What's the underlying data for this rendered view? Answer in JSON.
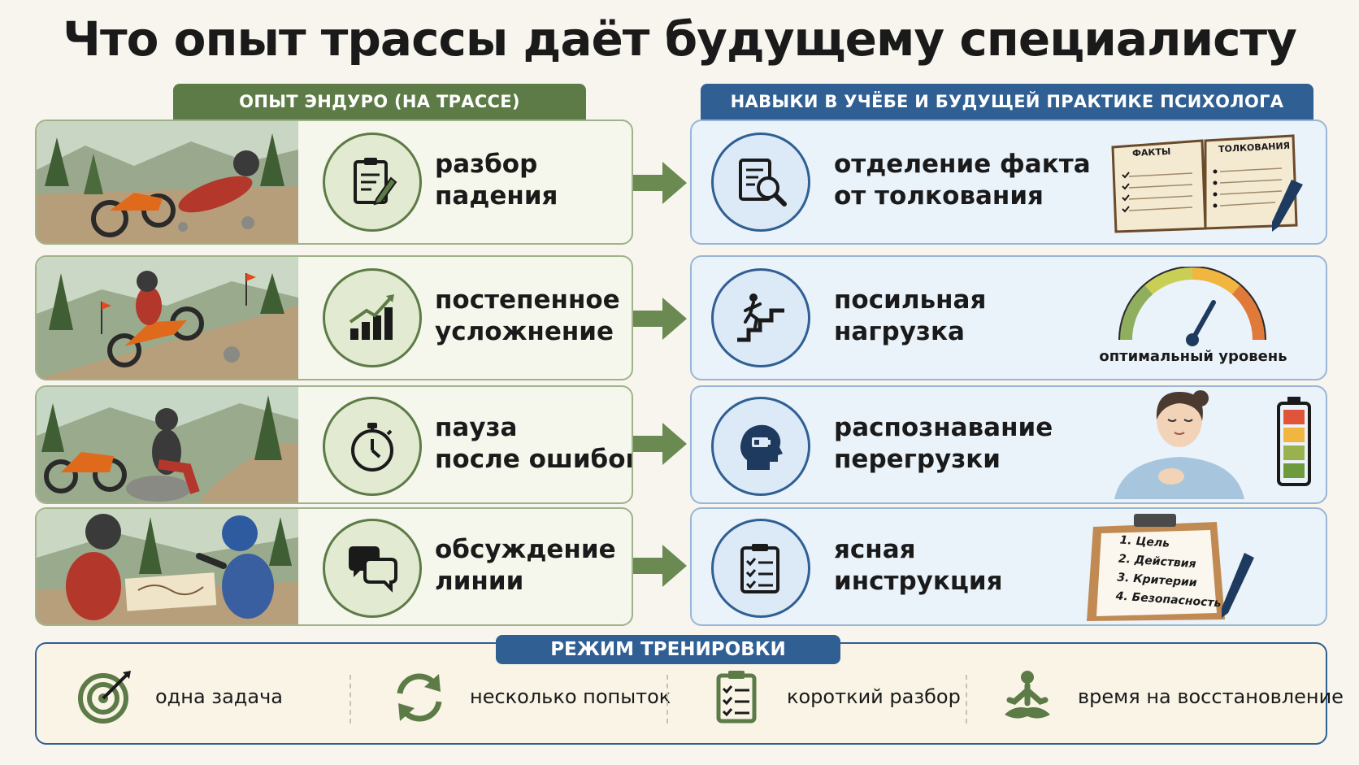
{
  "title": "Что опыт трассы даёт будущему специалисту",
  "left_header": "ОПЫТ ЭНДУРО (НА ТРАССЕ)",
  "right_header": "НАВЫКИ В УЧЁБЕ И БУДУЩЕЙ ПРАКТИКЕ ПСИХОЛОГА",
  "colors": {
    "green": "#5d7b46",
    "blue": "#2f5f93",
    "navy": "#1e3a5f"
  },
  "rows": [
    {
      "left": {
        "icon": "clipboard-pencil-icon",
        "line1": "разбор",
        "line2": "падения"
      },
      "right": {
        "icon": "document-magnifier-icon",
        "line1": "отделение факта",
        "line2": "от толкования"
      },
      "extra": {
        "type": "notebook",
        "facts_label": "ФАКТЫ",
        "interpretations_label": "ТОЛКОВАНИЯ"
      }
    },
    {
      "left": {
        "icon": "bar-chart-growth-icon",
        "line1": "постепенное",
        "line2": "усложнение"
      },
      "right": {
        "icon": "stairs-climber-icon",
        "line1": "посильная",
        "line2": "нагрузка"
      },
      "extra": {
        "type": "gauge",
        "caption": "оптимальный уровень"
      }
    },
    {
      "left": {
        "icon": "stopwatch-icon",
        "line1": "пауза",
        "line2": "после ошибок"
      },
      "right": {
        "icon": "head-battery-icon",
        "line1": "распознавание",
        "line2": "перегрузки"
      },
      "extra": {
        "type": "person-battery"
      }
    },
    {
      "left": {
        "icon": "speech-bubbles-icon",
        "line1": "обсуждение",
        "line2": "линии"
      },
      "right": {
        "icon": "checklist-icon",
        "line1": "ясная",
        "line2": "инструкция"
      },
      "extra": {
        "type": "clipboard",
        "steps": [
          "1. Цель",
          "2. Действия",
          "3. Критерии",
          "4. Безопасность"
        ]
      }
    }
  ],
  "regime": {
    "title": "РЕЖИМ ТРЕНИРОВКИ",
    "items": [
      {
        "icon": "target-icon",
        "label": "одна задача"
      },
      {
        "icon": "refresh-icon",
        "label": "несколько попыток"
      },
      {
        "icon": "checklist-icon",
        "label": "короткий разбор"
      },
      {
        "icon": "meditation-icon",
        "label": "время на восстановление"
      }
    ]
  }
}
